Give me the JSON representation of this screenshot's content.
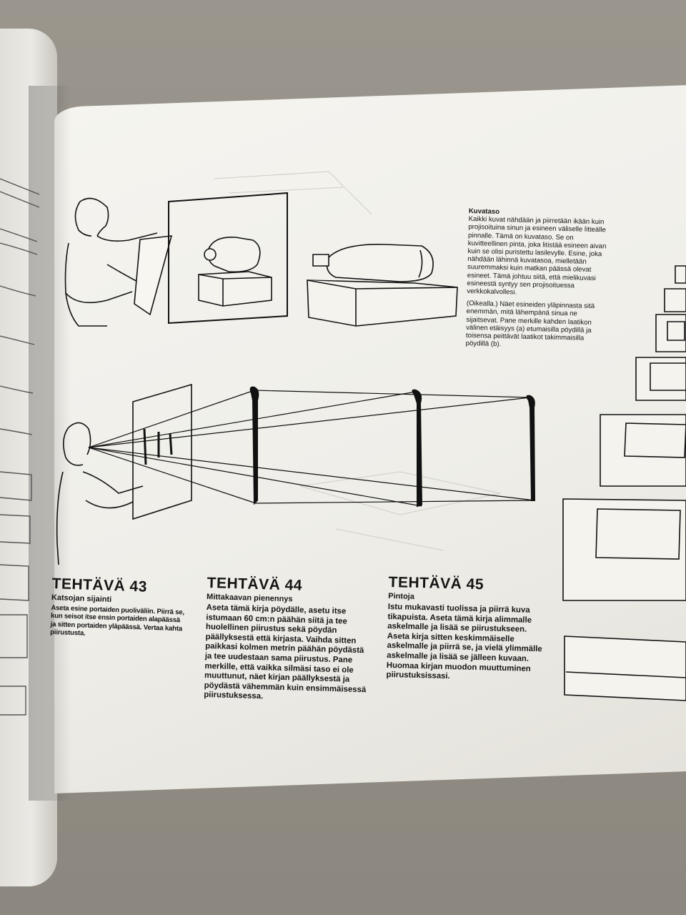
{
  "sidebar_text": {
    "title": "Kuvataso",
    "paragraphs": [
      "Kaikki kuvat nähdään ja piirretään ikään kuin projisoituina sinun ja esineen väliselle litteälle pinnalle. Tämä on kuvataso. Se on kuvitteellinen pinta, joka litistää esineen aivan kuin se olisi puristettu lasilevylle. Esine, joka nähdään lähinnä kuvatasoa, mielletään suuremmaksi kuin matkan päässä olevat esineet. Tämä johtuu siitä, että mielikuvasi esineestä syntyy sen projisoituessa verkkokalvollesi.",
      "(Oikealla.) Näet esineiden yläpinnasta sitä enemmän, mitä lähempänä sinua ne sijaitsevat. Pane merkille kahden laatikon välinen etäisyys (a) etumaisilla pöydillä ja toisensa peittävät laatikot takimmaisilla pöydillä (b)."
    ]
  },
  "tasks": [
    {
      "title": "TEHTÄVÄ 43",
      "subtitle": "Katsojan sijainti",
      "body": "Aseta esine portaiden puoliväliin. Piirrä se, kun seisot itse ensin portaiden alapäässä ja sitten portaiden yläpäässä. Vertaa kahta piirustusta."
    },
    {
      "title": "TEHTÄVÄ 44",
      "subtitle": "Mittakaavan pienennys",
      "body": "Aseta tämä kirja pöydälle, asetu itse istumaan 60 cm:n päähän siitä ja tee huolellinen piirustus sekä pöydän päällyksestä että kirjasta. Vaihda sitten paikkasi kolmen metrin päähän pöydästä ja tee uudestaan sama piirustus. Pane merkille, että vaikka silmäsi taso ei ole muuttunut, näet kirjan päällyksestä ja pöydästä vähemmän kuin ensimmäisessä piirustuksessa."
    },
    {
      "title": "TEHTÄVÄ 45",
      "subtitle": "Pintoja",
      "body": "Istu mukavasti tuolissa ja piirrä kuva tikapuista. Aseta tämä kirja alimmalle askelmalle ja lisää se piirustukseen. Aseta kirja sitten keskimmäiselle askelmalle ja piirrä se, ja vielä ylimmälle askelmalle ja lisää se jälleen kuvaan. Huomaa kirjan muodon muuttuminen piirustuksissasi."
    }
  ],
  "colors": {
    "ink": "#151515",
    "paper": "#efeee9"
  }
}
